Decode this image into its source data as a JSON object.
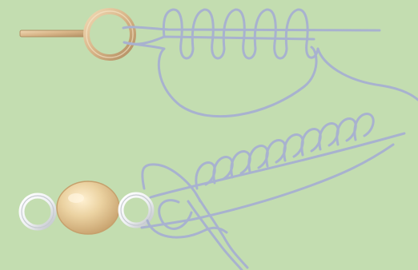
{
  "colors": {
    "background": "#c3ddb0",
    "line": "#a8b2cf",
    "line_highlight": "#c9d2e8",
    "gold": "#d7b487",
    "gold_dark": "#b18e62",
    "gold_light": "#f0d9b4",
    "silver": "#f3f4f5",
    "silver_dark": "#bfc3c8",
    "bead": "#ebd2a1",
    "bead_light": "#fff1d2",
    "bead_dark": "#c6a06c"
  },
  "diagram": {
    "panels": [
      {
        "name": "knot-with-ring",
        "hardware": "gold-ring",
        "wrap_count": 5
      },
      {
        "name": "knot-with-swivel",
        "hardware": "barrel-swivel",
        "wrap_count": 10
      }
    ]
  }
}
